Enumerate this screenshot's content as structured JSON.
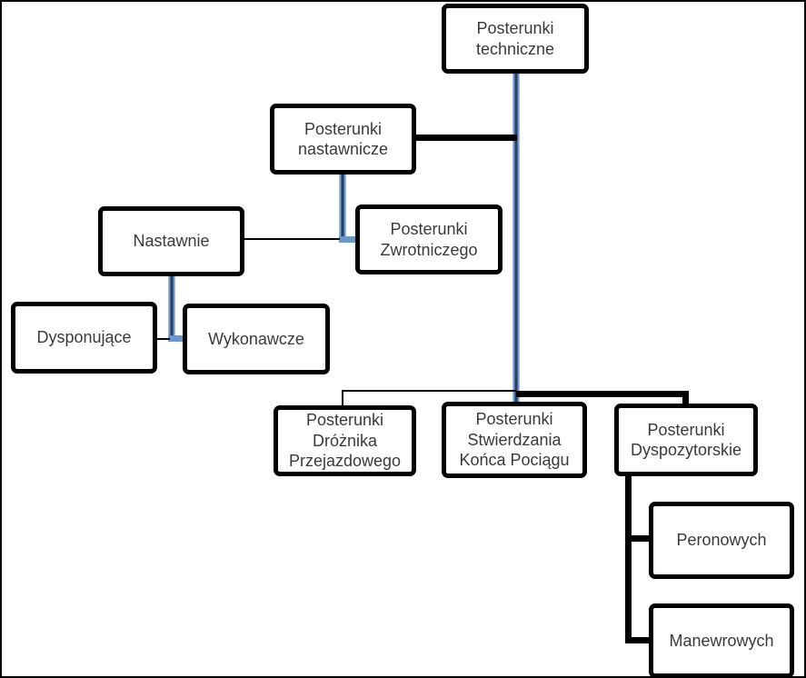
{
  "diagram": {
    "type": "flowchart",
    "nodes": [
      {
        "id": "posterunki-techniczne",
        "label": "Posterunki techniczne"
      },
      {
        "id": "posterunki-nastawnicze",
        "label": "Posterunki nastawnicze"
      },
      {
        "id": "posterunki-zwrotniczego",
        "label": "Posterunki Zwrotniczego"
      },
      {
        "id": "nastawnie",
        "label": "Nastawnie"
      },
      {
        "id": "dysponujace",
        "label": "Dysponujące"
      },
      {
        "id": "wykonawcze",
        "label": "Wykonawcze"
      },
      {
        "id": "posterunki-droznika-przejazdowego",
        "label": "Posterunki Dróżnika Przejazdowego"
      },
      {
        "id": "posterunki-stwierdzania-konca-pociagu",
        "label": "Posterunki Stwierdzania Końca Pociągu"
      },
      {
        "id": "posterunki-dyspozytorskie",
        "label": "Posterunki Dyspozytorskie"
      },
      {
        "id": "peronowych",
        "label": "Peronowych"
      },
      {
        "id": "manewrowych",
        "label": "Manewrowych"
      }
    ],
    "edges": [
      {
        "from": "posterunki-techniczne",
        "to": "posterunki-stwierdzania-konca-pociagu",
        "style": "blue-vertical-trunk"
      },
      {
        "from": "posterunki-nastawnicze",
        "to": "trunk",
        "style": "thick-black"
      },
      {
        "from": "posterunki-nastawnicze",
        "to": "posterunki-zwrotniczego",
        "style": "blue-vertical"
      },
      {
        "from": "nastawnie",
        "to": "posterunki-zwrotniczego",
        "style": "thin-black"
      },
      {
        "from": "nastawnie",
        "to": "wykonawcze",
        "style": "blue-vertical"
      },
      {
        "from": "dysponujace",
        "to": "wykonawcze",
        "style": "thin-black"
      },
      {
        "from": "posterunki-droznika-przejazdowego",
        "to": "trunk",
        "style": "thin-black-elbow"
      },
      {
        "from": "trunk",
        "to": "posterunki-dyspozytorskie",
        "style": "thick-black"
      },
      {
        "from": "posterunki-dyspozytorskie",
        "to": "peronowych",
        "style": "thick-black"
      },
      {
        "from": "posterunki-dyspozytorskie",
        "to": "manewrowych",
        "style": "thick-black"
      }
    ],
    "colors": {
      "box_border": "#000000",
      "box_fill": "#ffffff",
      "text": "#3a3a3a",
      "connector_black": "#000000",
      "connector_blue_dark": "#17365d",
      "connector_blue_light": "#b8cce4",
      "connector_blue_stub": "#6b98cc",
      "page_background": "#ffffff",
      "page_border": "#000000"
    }
  }
}
